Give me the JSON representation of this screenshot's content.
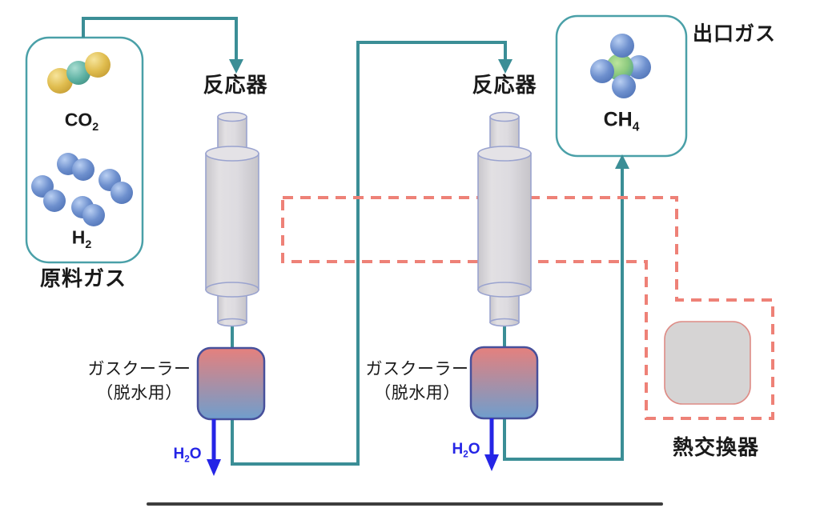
{
  "feed_gas": {
    "label": "原料ガス",
    "co2_label": {
      "base": "CO",
      "sub": "2"
    },
    "h2_label": {
      "base": "H",
      "sub": "2"
    }
  },
  "reactors": [
    {
      "label": "反応器"
    },
    {
      "label": "反応器"
    }
  ],
  "coolers": [
    {
      "label_line1": "ガスクーラー",
      "label_line2": "（脱水用）"
    },
    {
      "label_line1": "ガスクーラー",
      "label_line2": "（脱水用）"
    }
  ],
  "water_label": {
    "base": "H",
    "sub": "2",
    "tail": "O"
  },
  "outlet_gas": {
    "label": "出口ガス",
    "ch4_label": {
      "base": "CH",
      "sub": "4"
    }
  },
  "heat_exchanger": {
    "label": "熱交換器"
  },
  "colors": {
    "flow_line": "#3B8E96",
    "container_border": "#4AA0A8",
    "heat_loop": "#EE8177",
    "water_blue": "#2525E6",
    "reactor_fill": "#D9D7DA",
    "reactor_stroke": "#9AA3CF",
    "cooler_top": "#E5807D",
    "cooler_bottom": "#6F9ECD",
    "cooler_border": "#47509B",
    "hx_fill": "#D6D4D4",
    "hx_border": "#DE8B85",
    "co2_yellow": "#DDB84F",
    "carbon_teal": "#5FB2A4",
    "h2_blue": "#6B8FCB",
    "ch4_green": "#8BC97E",
    "label_text": "#1A1A1A"
  }
}
